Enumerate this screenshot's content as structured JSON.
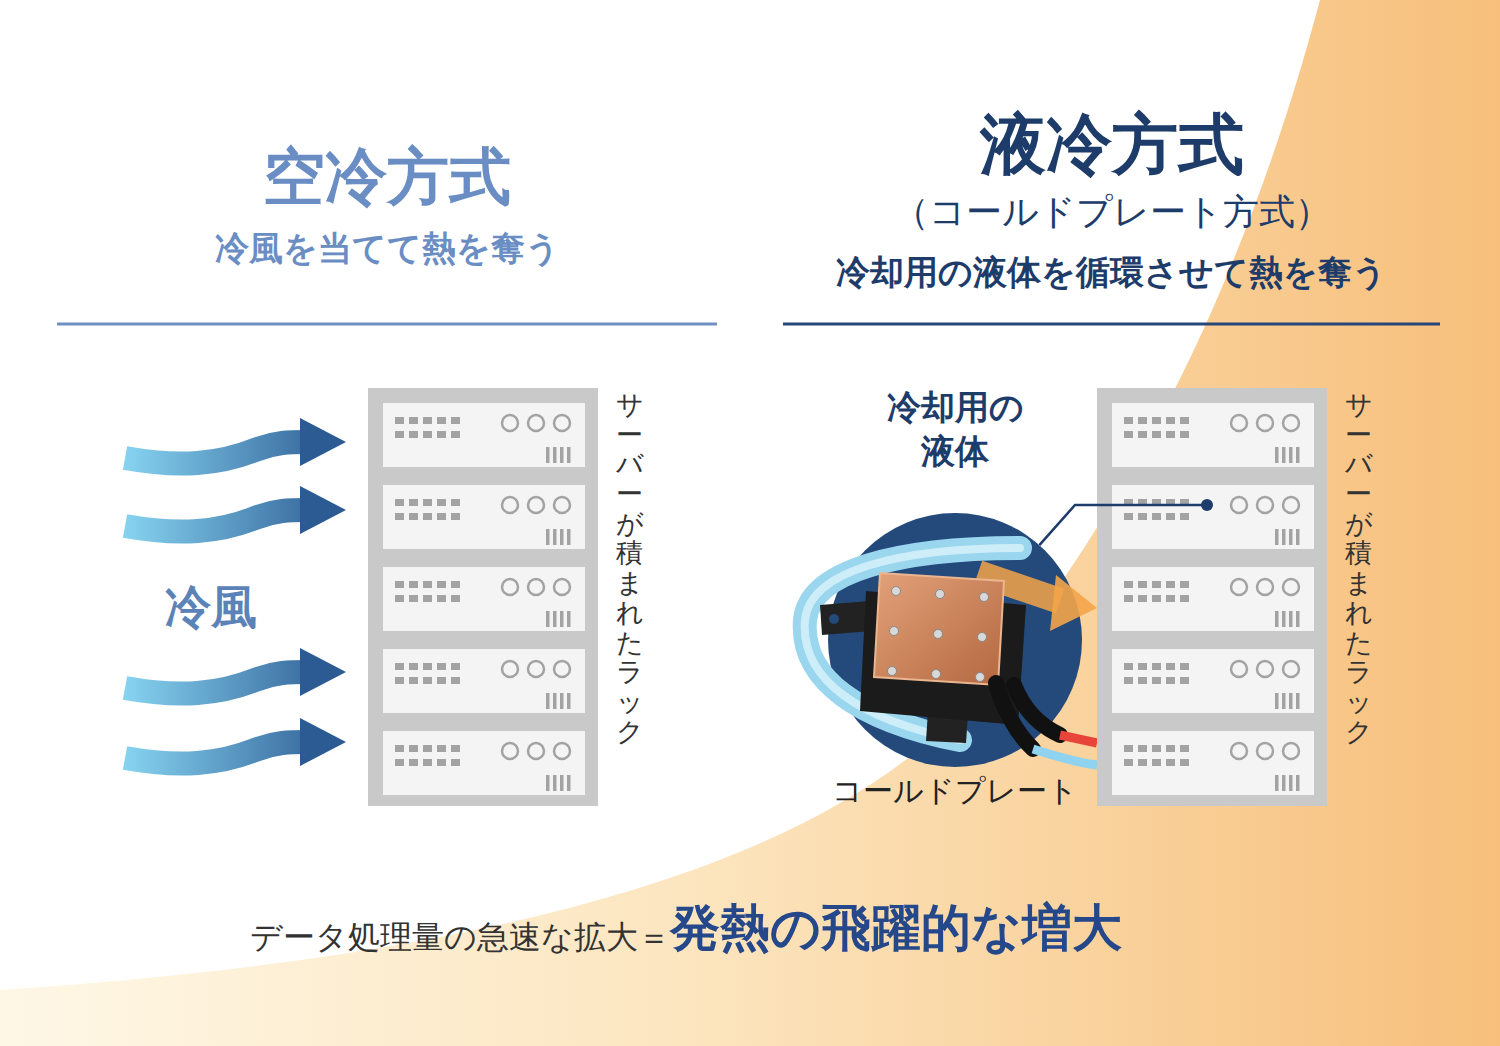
{
  "diagram": {
    "nodes": [
      {
        "text": [
          "サーバーが積まれたラック"
        ]
      },
      {
        "text": [
          "冷却用の 液体",
          "コールドプレート"
        ]
      },
      {
        "text": [
          "サーバーが積まれたラック"
        ]
      }
    ],
    "edges": [
      {
        "from": 1,
        "to": 2,
        "arrow": "none"
      }
    ],
    "labels": [
      "空冷方式",
      "冷風を当てて熱を奪う",
      "液冷方式",
      "（コールドプレート方式）",
      "冷却用の液体を循環させて熱を奪う",
      "冷風",
      "データ処理量の急速な拡大＝",
      "発熱の飛躍的な増大"
    ]
  }
}
